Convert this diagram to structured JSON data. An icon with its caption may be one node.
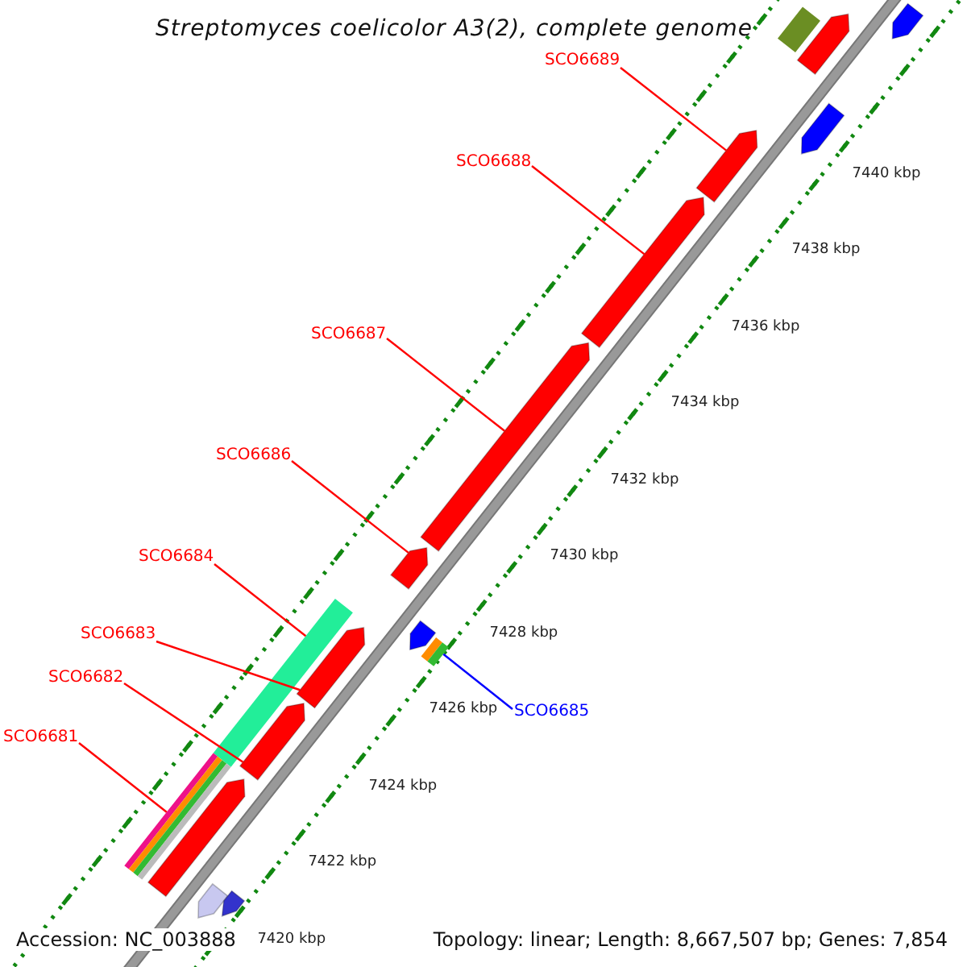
{
  "diagram": {
    "title": "Streptomyces coelicolor A3(2), complete genome",
    "nodes": [
      {
        "text": [
          "SCO6689"
        ]
      },
      {
        "text": [
          "SCO6688"
        ]
      },
      {
        "text": [
          "SCO6687"
        ]
      },
      {
        "text": [
          "SCO6686"
        ]
      },
      {
        "text": [
          "SCO6684"
        ]
      },
      {
        "text": [
          "SCO6683"
        ]
      },
      {
        "text": [
          "SCO6682"
        ]
      },
      {
        "text": [
          "SCO6685"
        ]
      },
      {
        "text": [
          "SCO6681"
        ]
      },
      {
        "text": [],
        "shape": "arrow"
      },
      {
        "text": [],
        "shape": "arrow"
      },
      {
        "text": [],
        "shape": "arrow"
      },
      {
        "text": [],
        "shape": "arrow"
      },
      {
        "text": [],
        "shape": "bar"
      },
      {
        "text": [],
        "shape": "arrow"
      },
      {
        "text": [],
        "shape": "arrow"
      },
      {
        "text": [],
        "shape": "bar"
      },
      {
        "text": [],
        "shape": "bar"
      },
      {
        "text": [],
        "shape": "bar"
      },
      {
        "text": [],
        "shape": "arrow"
      },
      {
        "text": [],
        "shape": "arrow"
      },
      {
        "text": [],
        "shape": "arrow"
      },
      {
        "text": [],
        "shape": "arrow"
      },
      {
        "text": [],
        "shape": "arrow"
      },
      {
        "text": [],
        "shape": "arrow"
      },
      {
        "text": [],
        "shape": "arrow"
      }
    ],
    "edges": [
      {
        "from": 0,
        "to": 9,
        "arrow": "none"
      },
      {
        "from": 1,
        "to": 10,
        "arrow": "none"
      },
      {
        "from": 2,
        "to": 11,
        "arrow": "none"
      },
      {
        "from": 3,
        "to": 12,
        "arrow": "none"
      },
      {
        "from": 4,
        "to": 13,
        "arrow": "none"
      },
      {
        "from": 5,
        "to": 14,
        "arrow": "none"
      },
      {
        "from": 6,
        "to": 15,
        "arrow": "none"
      },
      {
        "from": 7,
        "to": 16,
        "arrow": "none",
        "color": "#0000ff"
      },
      {
        "from": 8,
        "to": 17,
        "arrow": "none"
      }
    ],
    "labels": [
      "7440 kbp",
      "7438 kbp",
      "7436 kbp",
      "7434 kbp",
      "7432 kbp",
      "7430 kbp",
      "7428 kbp",
      "7426 kbp",
      "7424 kbp",
      "7422 kbp",
      "Accession: NC_003888",
      "7420 kbp",
      "Topology: linear; Length: 8,667,507 bp; Genes: 7,854"
    ]
  }
}
